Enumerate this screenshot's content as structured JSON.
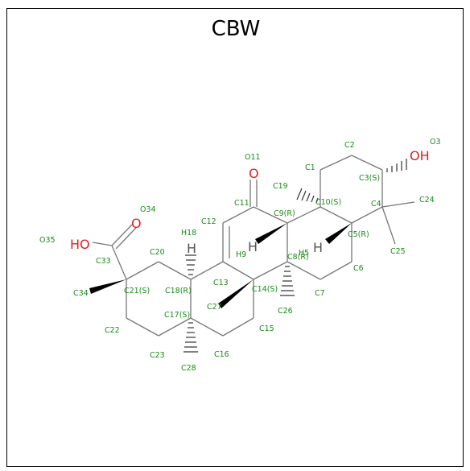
{
  "title": "CBW",
  "heteroatoms": [
    {
      "id": "oh3",
      "text": "OH"
    },
    {
      "id": "o11",
      "text": "O"
    },
    {
      "id": "o34",
      "text": "O"
    },
    {
      "id": "ho35",
      "text": "HO"
    }
  ],
  "hydrogens": [
    {
      "id": "h9",
      "text": "H"
    },
    {
      "id": "h5",
      "text": "H"
    },
    {
      "id": "h18",
      "text": "H"
    }
  ],
  "atom_labels": [
    "O3",
    "C2",
    "C1",
    "C3(S)",
    "C4",
    "C24",
    "C25",
    "C5(R)",
    "C6",
    "C7",
    "C10(S)",
    "C19",
    "C9(R)",
    "C8(R)",
    "H5",
    "H9",
    "C26",
    "C11",
    "O11",
    "C12",
    "C13",
    "C14(S)",
    "C27",
    "C15",
    "C16",
    "C17(S)",
    "C28",
    "C18(R)",
    "H18",
    "C20",
    "C21(S)",
    "C22",
    "C23",
    "C33",
    "O34",
    "O35",
    "C34"
  ],
  "colors": {
    "bond": "#777777",
    "label": "#1a8a1a",
    "heteroatom": "#e02020",
    "hydrogen": "#555555"
  }
}
